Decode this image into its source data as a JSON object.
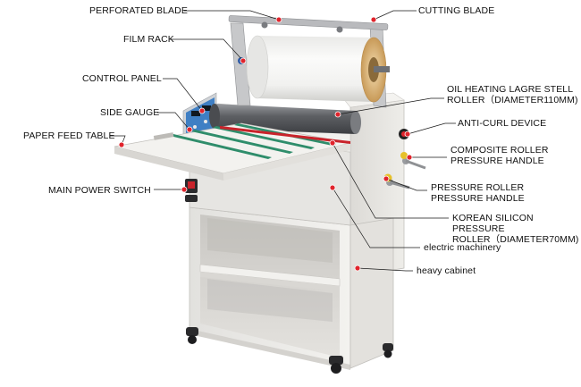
{
  "colors": {
    "leader": "#1a1a1a",
    "marker": "#e0242c",
    "body": "#ecebe8",
    "body_shade": "#d6d4d0",
    "roller": "#6e7074",
    "film": "#f4f4f2",
    "feed_belt": "#2f8d6b",
    "control_panel": "#3f7fc4"
  },
  "labels": {
    "perforated_blade": "PERFORATED BLADE",
    "film_rack": "FILM RACK",
    "control_panel": "CONTROL PANEL",
    "side_gauge": "SIDE GAUGE",
    "paper_feed_table": "PAPER FEED TABLE",
    "main_power_switch": "MAIN POWER SWITCH",
    "cutting_blade": "CUTTING BLADE",
    "oil_heating_roller": [
      "OIL HEATING LAGRE STELL",
      "ROLLER（DIAMETER110MM)"
    ],
    "anti_curl_device": "ANTI-CURL DEVICE",
    "composite_roller_handle": [
      "COMPOSITE ROLLER",
      "PRESSURE HANDLE"
    ],
    "pressure_roller_handle": [
      "PRESSURE ROLLER",
      "PRESSURE HANDLE"
    ],
    "korean_silicon_roller": [
      "KOREAN SILICON PRESSURE",
      "ROLLER（DIAMETER70MM)"
    ],
    "electric_machinery": "electric machinery",
    "heavy_cabinet": "heavy cabinet"
  }
}
